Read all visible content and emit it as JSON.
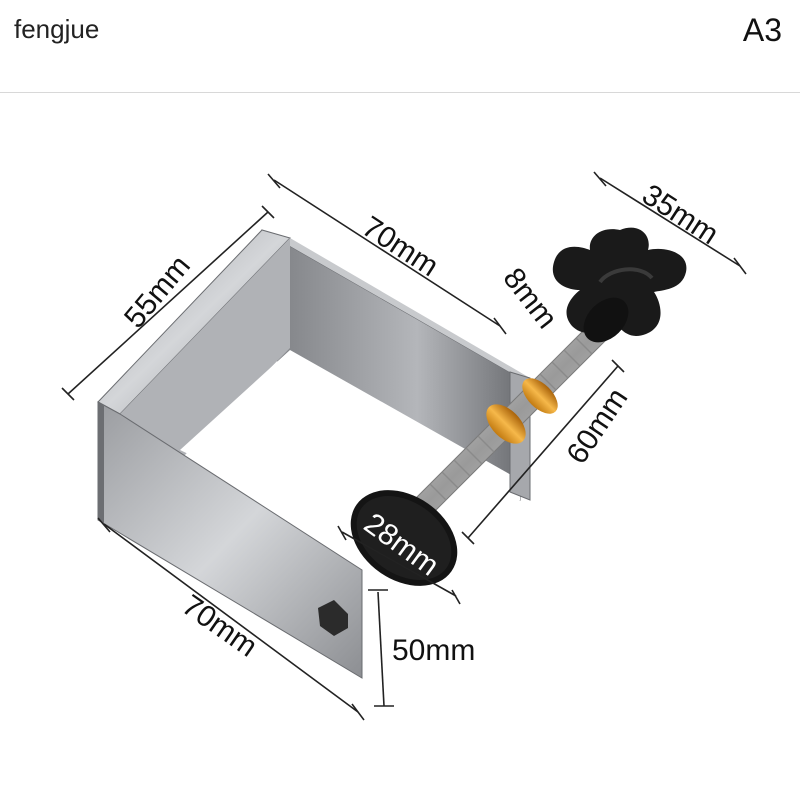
{
  "header": {
    "brand": "fengjue",
    "variant": "A3"
  },
  "product": {
    "dimensions": {
      "top_width": "70mm",
      "side_height": "55mm",
      "knob_width": "35mm",
      "screw_diameter": "8mm",
      "screw_length": "60mm",
      "pad_diameter": "28mm",
      "bottom_width": "70mm",
      "opening": "50mm"
    }
  }
}
